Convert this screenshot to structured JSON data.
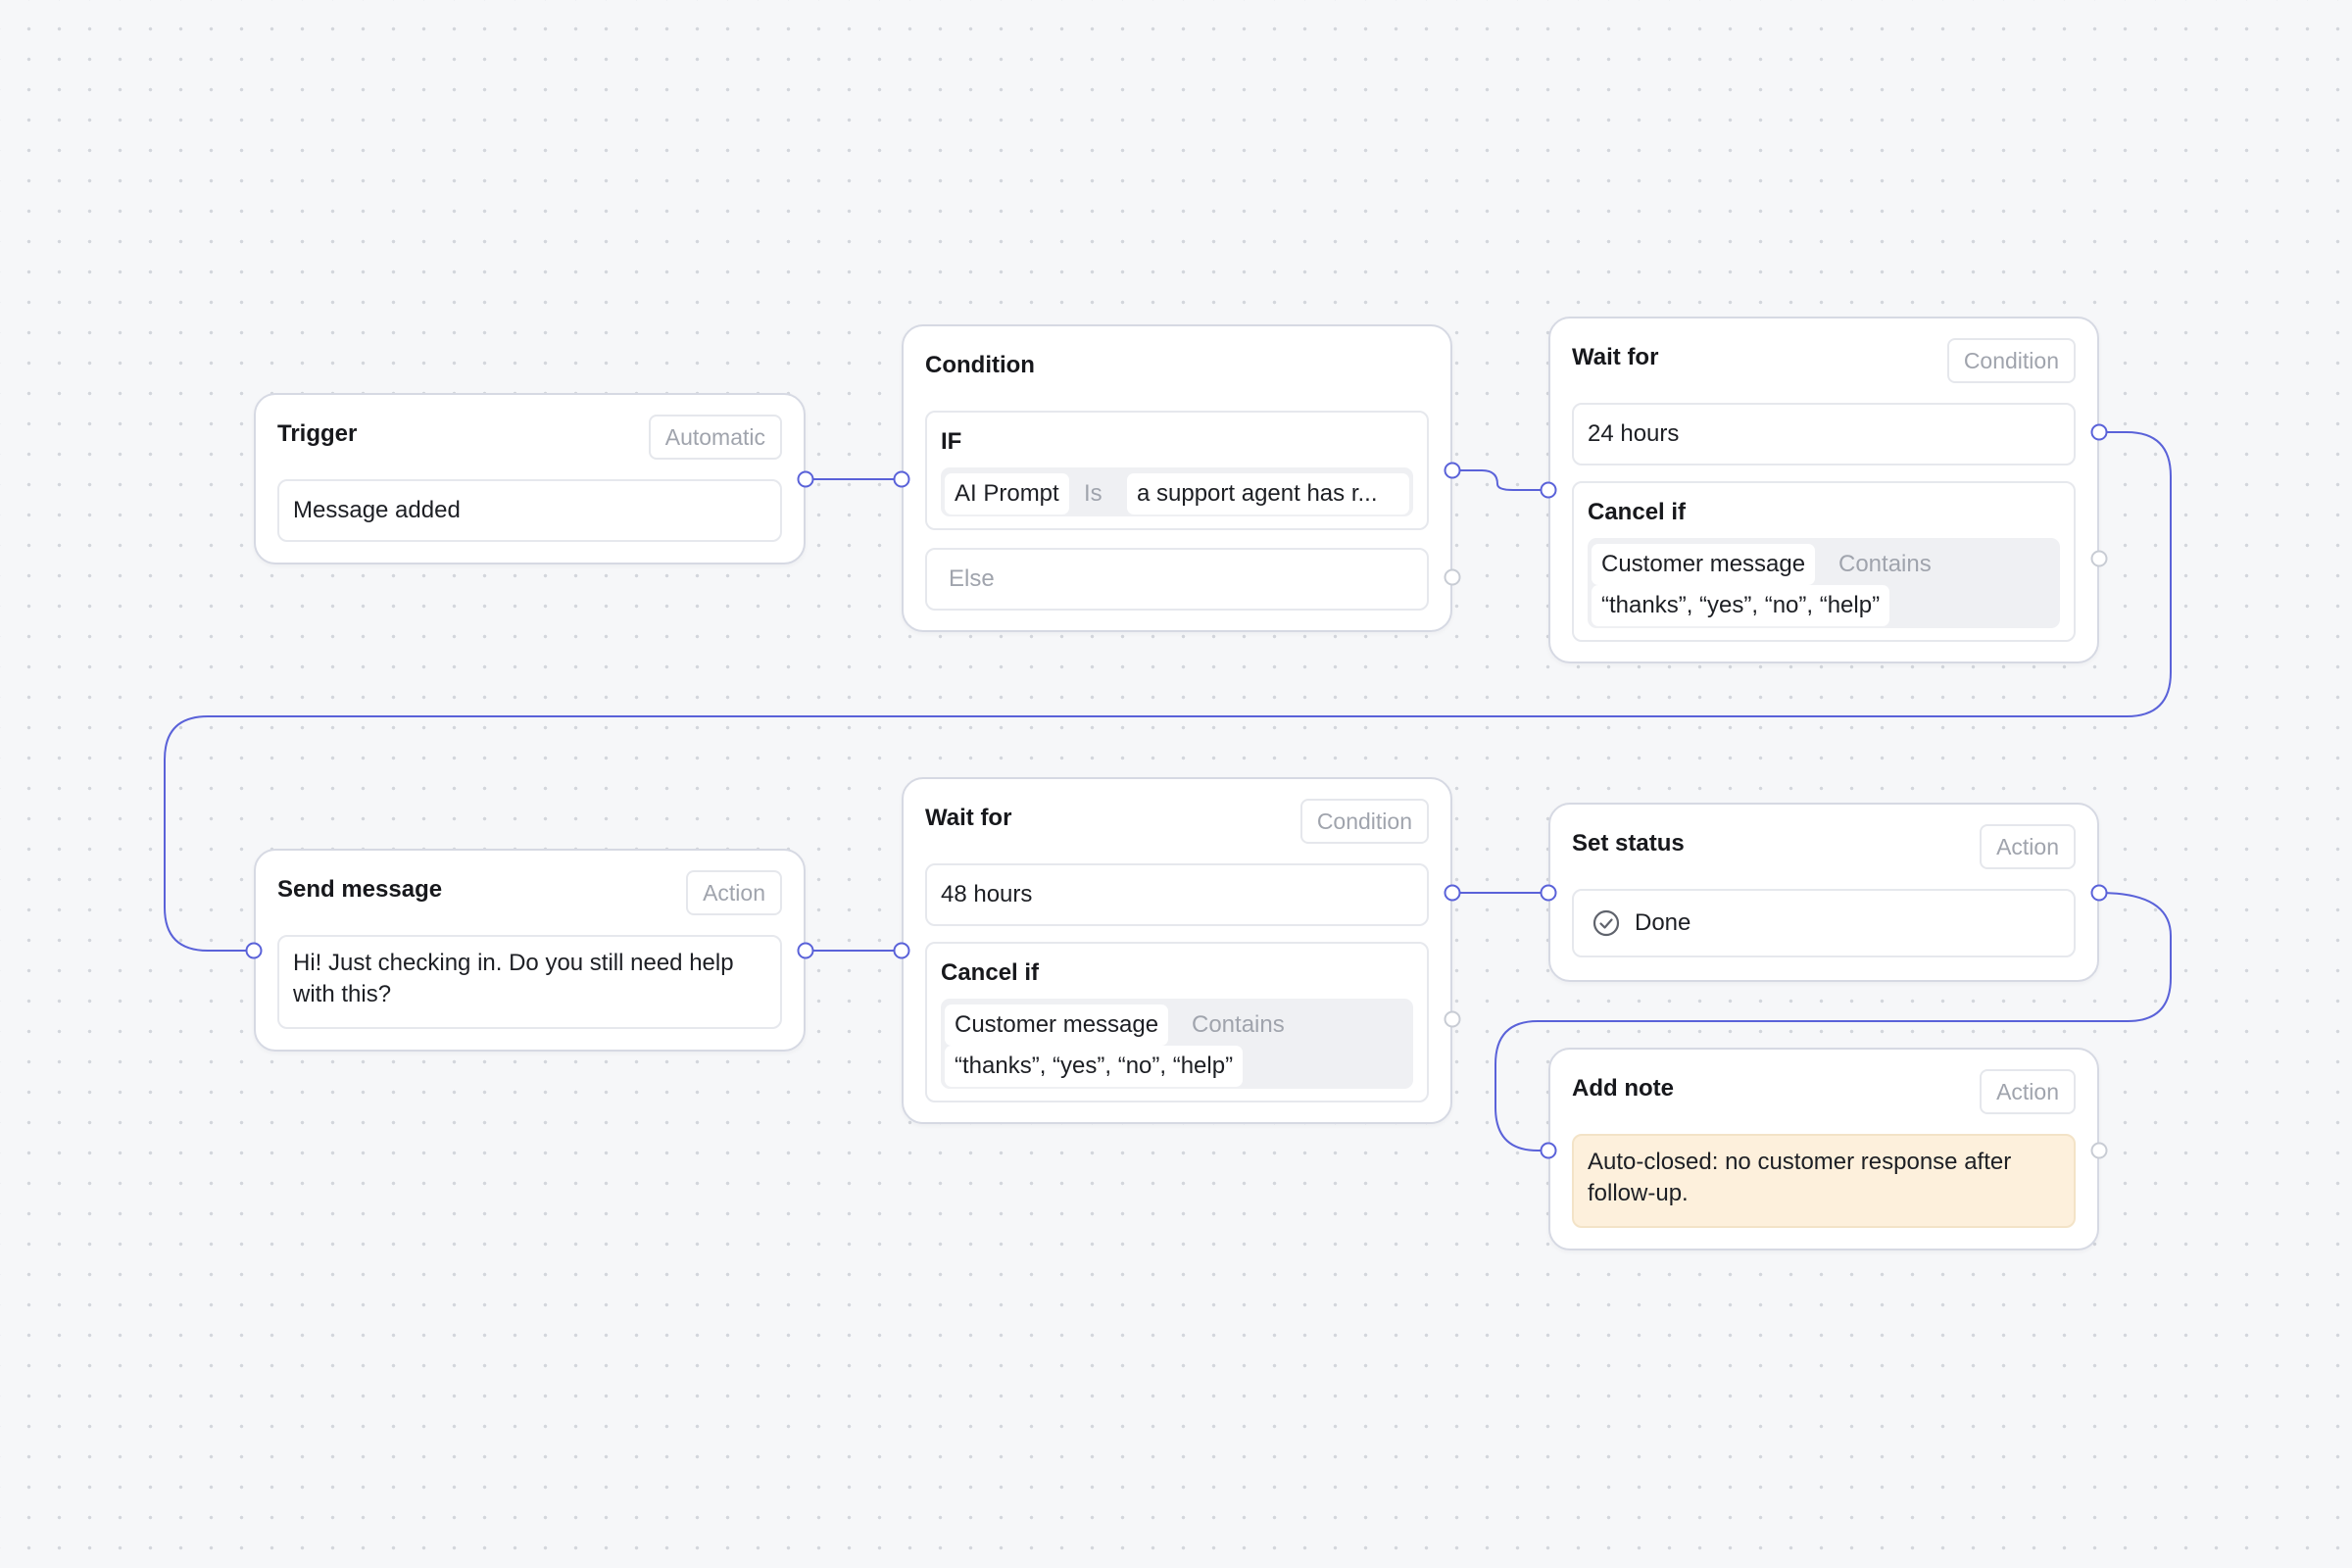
{
  "colors": {
    "connector": "#5a62d9",
    "idle_port": "#c8ccd4",
    "note_background": "#fdf0dc",
    "canvas_background": "#f6f7f9"
  },
  "nodes": {
    "trigger": {
      "title": "Trigger",
      "badge": "Automatic",
      "value": "Message added"
    },
    "condition": {
      "title": "Condition",
      "if_label": "IF",
      "field": "AI Prompt",
      "operator": "Is",
      "value": "a support agent has r...",
      "else_label": "Else"
    },
    "wait_24": {
      "title": "Wait for",
      "badge": "Condition",
      "duration": "24 hours",
      "cancel_label": "Cancel if",
      "field": "Customer message",
      "operator": "Contains",
      "value": "“thanks”, “yes”, “no”, “help”"
    },
    "send_message": {
      "title": "Send message",
      "badge": "Action",
      "message": "Hi! Just checking in. Do you still need help with this?"
    },
    "wait_48": {
      "title": "Wait for",
      "badge": "Condition",
      "duration": "48 hours",
      "cancel_label": "Cancel if",
      "field": "Customer message",
      "operator": "Contains",
      "value": "“thanks”, “yes”, “no”, “help”"
    },
    "set_status": {
      "title": "Set status",
      "badge": "Action",
      "status": "Done",
      "icon": "check-circle-icon"
    },
    "add_note": {
      "title": "Add note",
      "badge": "Action",
      "note": "Auto-closed: no customer response after follow-up."
    }
  }
}
